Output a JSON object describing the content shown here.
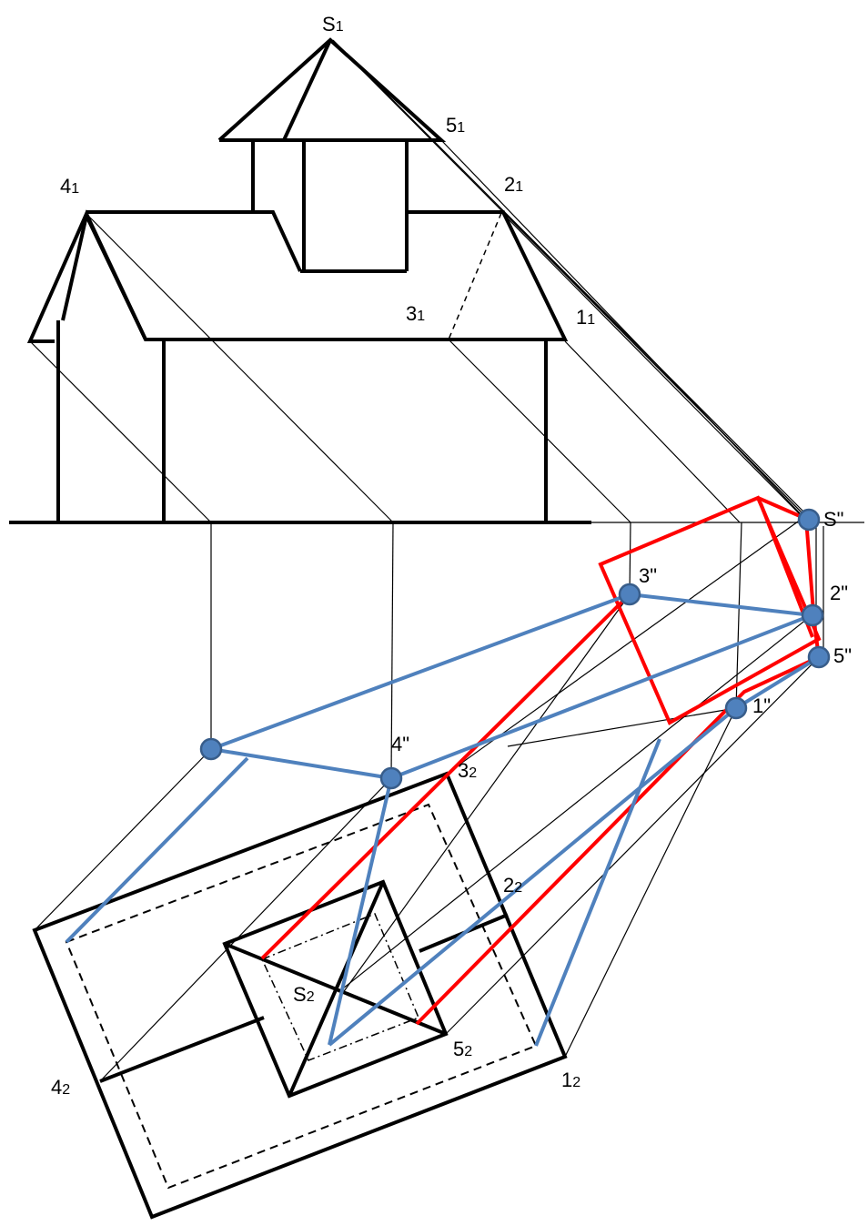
{
  "colors": {
    "outline": "#000000",
    "shadow_contour": "#ff0000",
    "secant": "#4f81bd",
    "point_fill": "#4f81bd",
    "point_stroke": "#385d8a"
  },
  "labels": {
    "s1": {
      "main": "S",
      "sub": "1"
    },
    "p51": {
      "main": "5",
      "sub": "1"
    },
    "p41": {
      "main": "4",
      "sub": "1"
    },
    "p21": {
      "main": "2",
      "sub": "1"
    },
    "p31": {
      "main": "3",
      "sub": "1"
    },
    "p11": {
      "main": "1",
      "sub": "1"
    },
    "s_dd": "S\"",
    "p3_dd": "3\"",
    "p2_dd": "2\"",
    "p5_dd": "5\"",
    "p4_dd": "4\"",
    "p1_dd": "1\"",
    "p32": {
      "main": "3",
      "sub": "2"
    },
    "p22": {
      "main": "2",
      "sub": "2"
    },
    "s2": {
      "main": "S",
      "sub": "2"
    },
    "p52": {
      "main": "5",
      "sub": "2"
    },
    "p42": {
      "main": "4",
      "sub": "2"
    },
    "p12": {
      "main": "1",
      "sub": "2"
    }
  }
}
